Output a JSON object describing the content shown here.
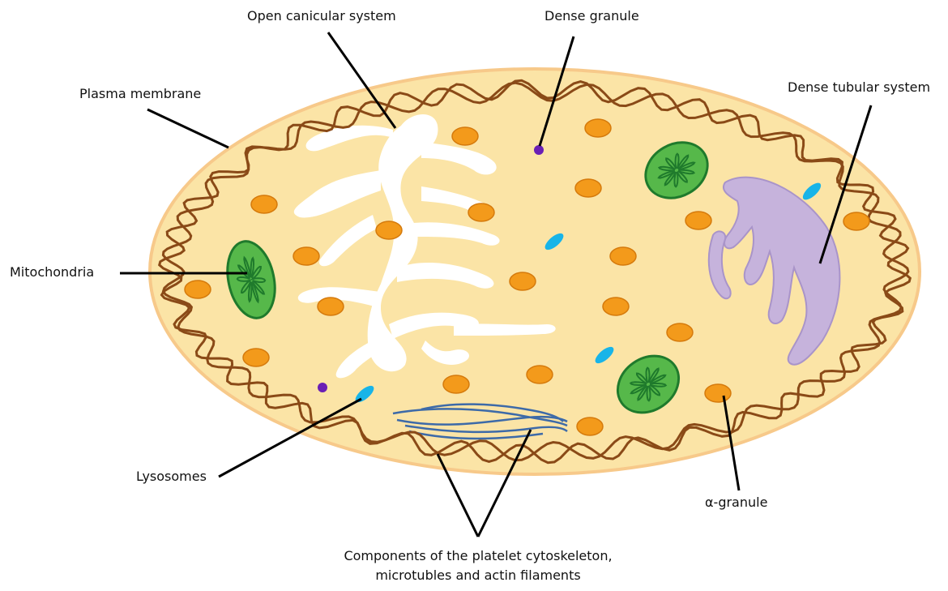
{
  "labels": {
    "open_canicular_system": "Open canicular system",
    "dense_granule": "Dense granule",
    "plasma_membrane": "Plasma membrane",
    "dense_tubular_system": "Dense tubular system",
    "mitochondria": "Mitochondria",
    "lysosomes": "Lysosomes",
    "alpha_granule": "α-granule",
    "cytoskeleton_line1": "Components of the platelet cytoskeleton,",
    "cytoskeleton_line2": "microtubles and actin filaments"
  },
  "colors": {
    "cell_fill": "#fbe4a6",
    "membrane_edge": "#f7c98a",
    "filament": "#8a4a17",
    "ocs": "#ffffff",
    "alpha_granule": "#f39a1b",
    "alpha_granule_edge": "#d57a0c",
    "mito_fill": "#56b84a",
    "mito_edge": "#1f7a2c",
    "dense_granule": "#6a1fb5",
    "lysosome": "#18b4e8",
    "dts": "#c6b3dc",
    "dts_edge": "#a994c9",
    "microtubule": "#3d6aa8",
    "leader": "#000000"
  }
}
